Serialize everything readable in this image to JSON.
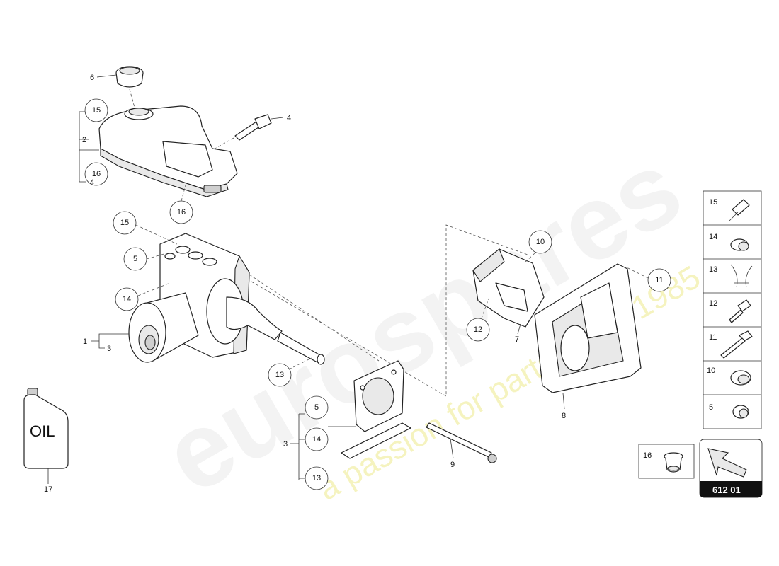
{
  "watermark": {
    "brand": "eurospares",
    "tagline": "a passion for parts since 1985"
  },
  "callouts": {
    "tank_cap": "6",
    "tank_group": "2",
    "tank_15": "15",
    "tank_16": "16",
    "tank_4_lower": "4",
    "sensor_4": "4",
    "tank_outlet_16": "16",
    "unit_15": "15",
    "unit_5": "5",
    "unit_14": "14",
    "unit_1": "1",
    "unit_3": "3",
    "rod_13": "13",
    "bracket_10": "10",
    "bracket_12": "12",
    "bracket_7": "7",
    "frame_11": "11",
    "frame_8": "8",
    "kit_3": "3",
    "kit_5": "5",
    "kit_14": "14",
    "kit_13": "13",
    "pin_9": "9",
    "oil_17": "17"
  },
  "oil_label": "OIL",
  "legend": [
    {
      "num": "15",
      "icon": "fitting-icon"
    },
    {
      "num": "14",
      "icon": "grommet-icon"
    },
    {
      "num": "13",
      "icon": "clip-icon"
    },
    {
      "num": "12",
      "icon": "bolt-icon"
    },
    {
      "num": "11",
      "icon": "long-bolt-icon"
    },
    {
      "num": "10",
      "icon": "nut-icon"
    },
    {
      "num": "5",
      "icon": "bushing-icon"
    }
  ],
  "extra_part": {
    "num": "16",
    "icon": "cap-fitting-icon"
  },
  "catalog_number": "612 01"
}
